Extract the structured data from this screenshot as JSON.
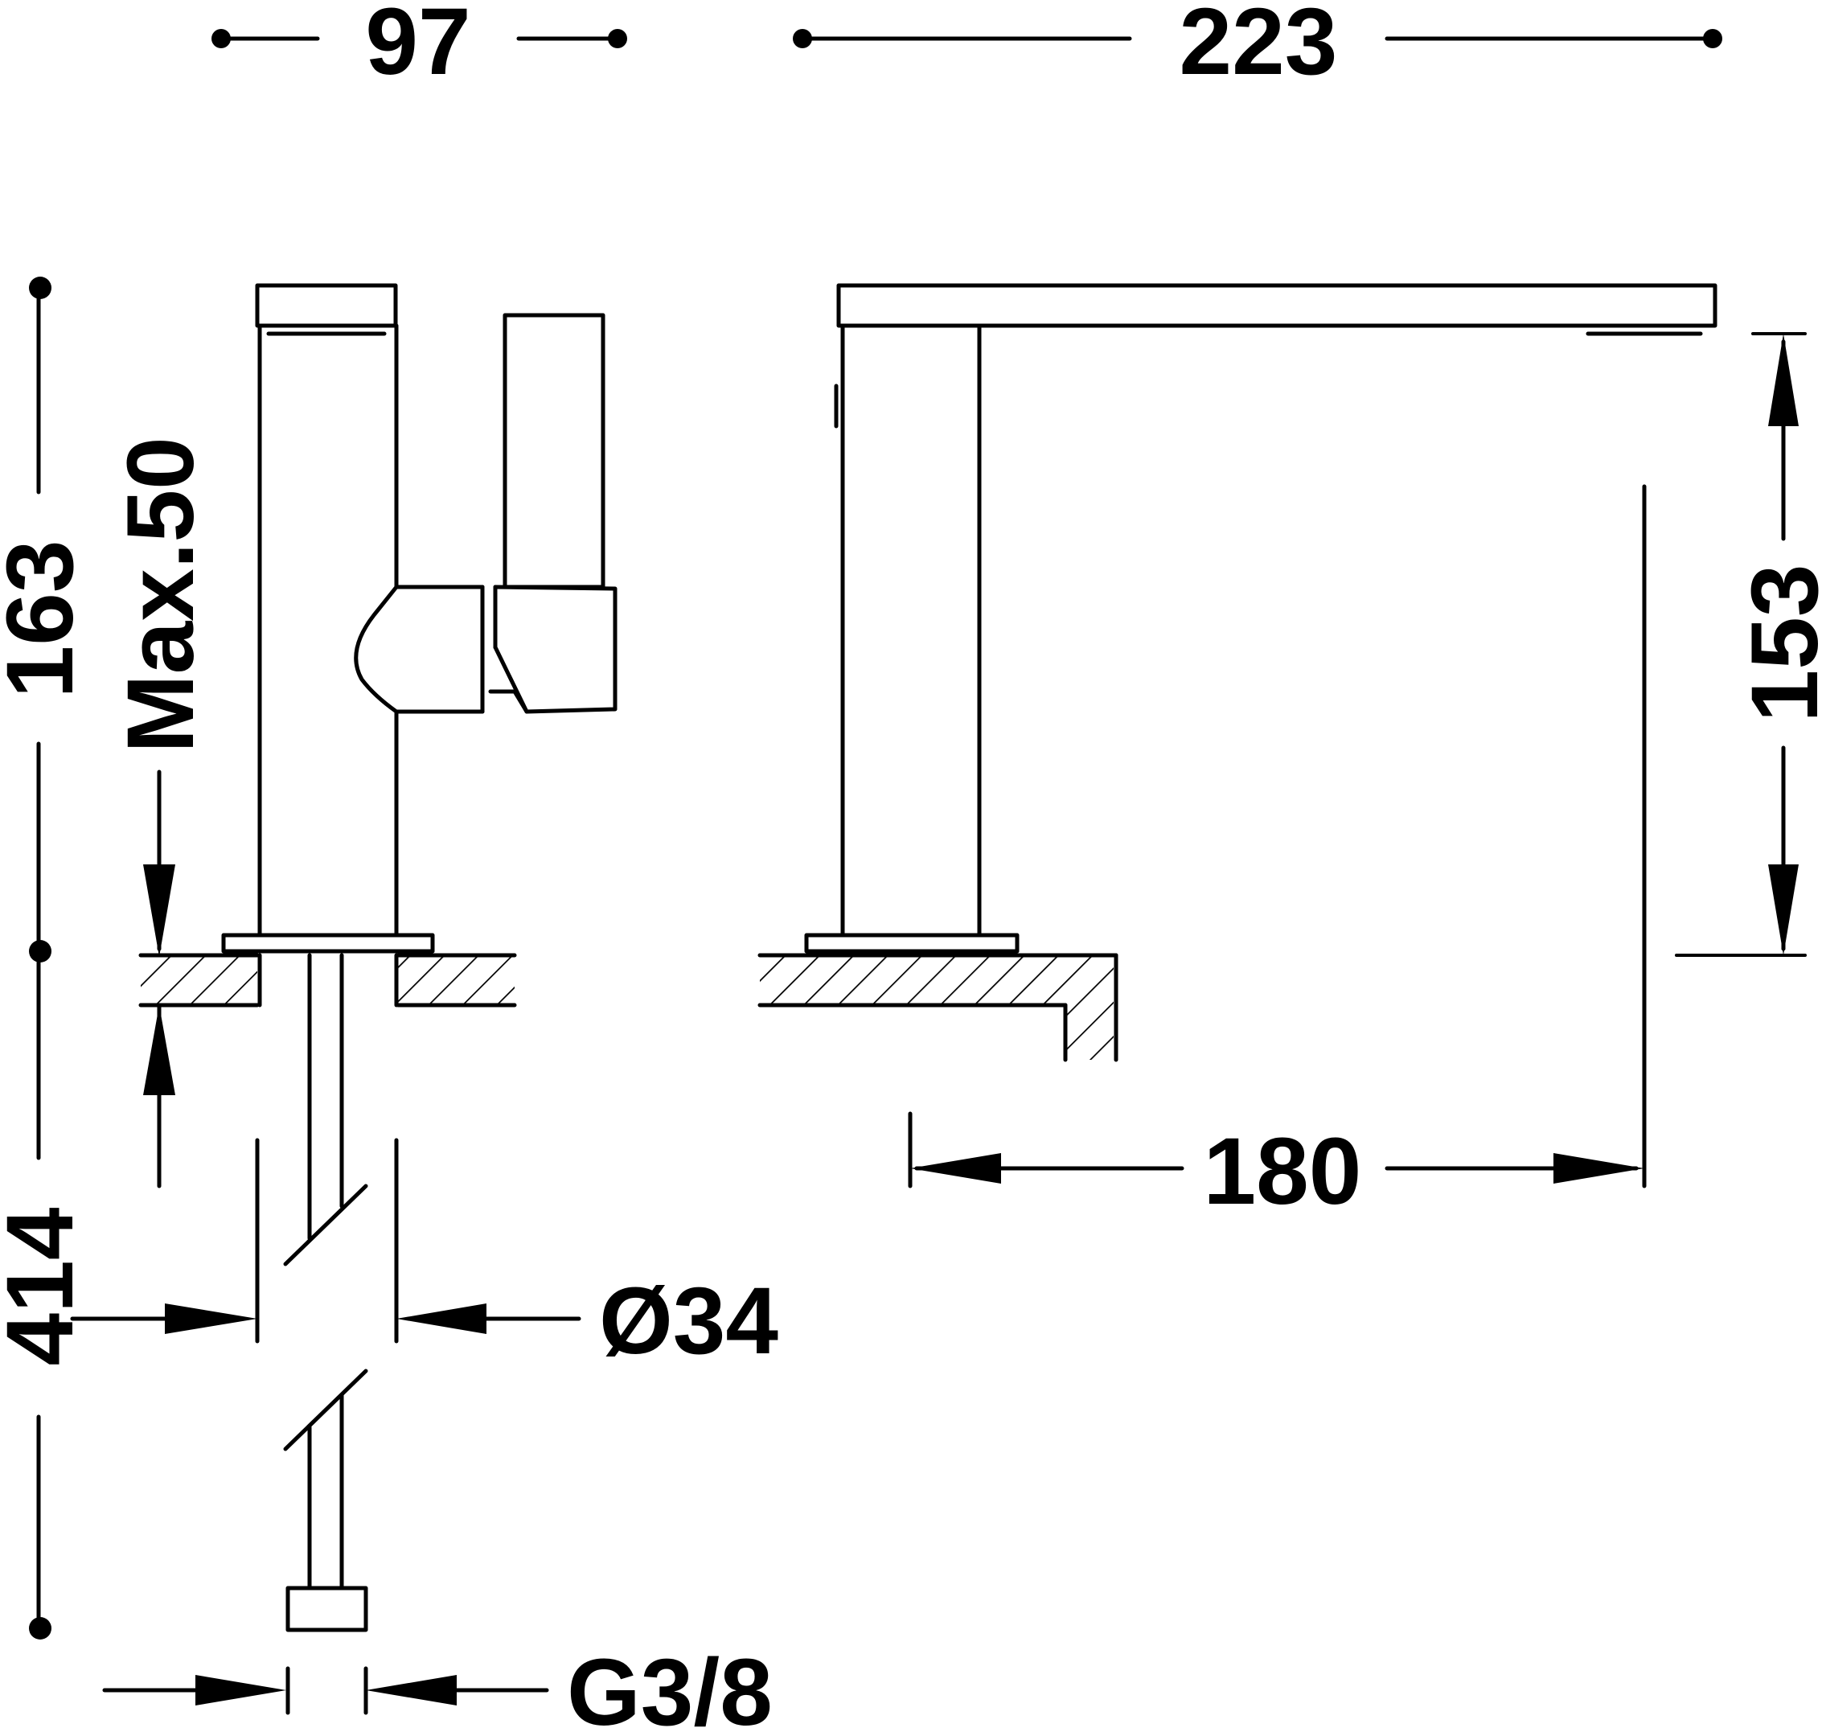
{
  "dimensions": {
    "top_left_width": "97",
    "top_right_length": "223",
    "left_height_upper": "163",
    "left_height_lower": "414",
    "max_deck_thickness": "Max.50",
    "right_height": "153",
    "spout_reach": "180",
    "hole_diameter": "Ø34",
    "connection_thread": "G3/8"
  },
  "colors": {
    "line": "#000000",
    "background": "#ffffff"
  }
}
